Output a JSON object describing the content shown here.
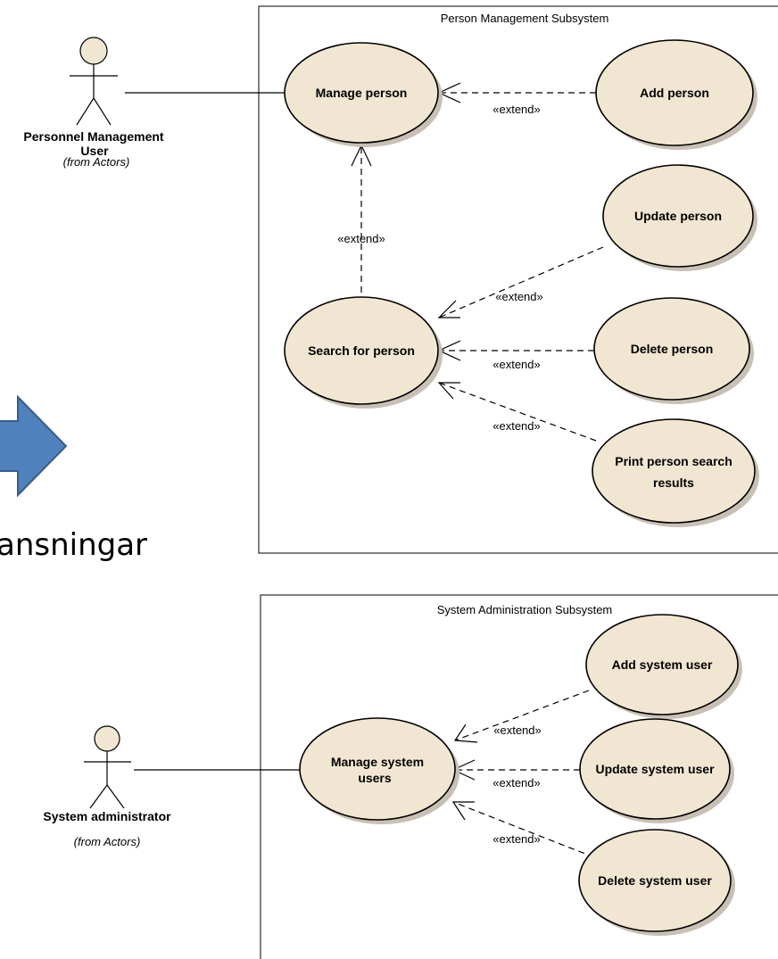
{
  "subsystems": {
    "person_management": "Person Management Subsystem",
    "system_administration": "System Administration Subsystem"
  },
  "actors": {
    "personnel_user": {
      "name_line1": "Personnel Management",
      "name_line2": "User",
      "from": "(from Actors)"
    },
    "system_admin": {
      "name": "System administrator",
      "from": "(from Actors)"
    }
  },
  "use_cases": {
    "manage_person": "Manage person",
    "add_person": "Add person",
    "update_person": "Update person",
    "search_person": "Search for person",
    "delete_person": "Delete person",
    "print_line1": "Print person search",
    "print_line2": "results",
    "manage_users_line1": "Manage system",
    "manage_users_line2": "users",
    "add_user": "Add system user",
    "update_user": "Update system user",
    "delete_user": "Delete system user"
  },
  "relation_label": "«extend»",
  "background_text": "ansningar",
  "colors": {
    "use_case_fill": "#f1e6d2",
    "arrow_fill": "#4f81bd"
  }
}
